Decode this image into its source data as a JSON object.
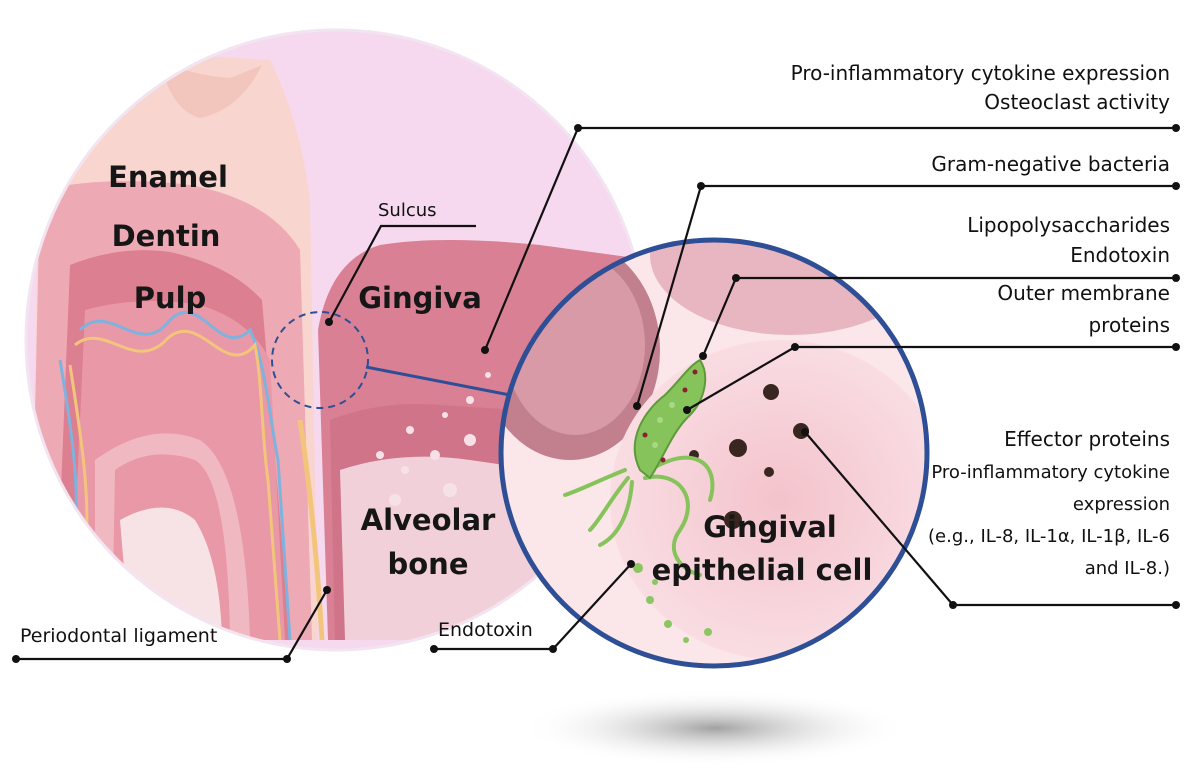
{
  "tissue_labels": {
    "enamel": "Enamel",
    "dentin": "Dentin",
    "pulp": "Pulp",
    "gingiva": "Gingiva",
    "alveolar_line1": "Alveolar",
    "alveolar_line2": "bone",
    "gingival_line1": "Gingival",
    "gingival_line2": "epithelial cell"
  },
  "callouts": {
    "sulcus": "Sulcus",
    "periodontal_ligament": "Periodontal ligament",
    "endotoxin_left": "Endotoxin",
    "cytokine_osteoclast_line1": "Pro-inflammatory cytokine expression",
    "cytokine_osteoclast_line2": "Osteoclast activity",
    "gram_negative": "Gram-negative bacteria",
    "lps_line1": "Lipopolysaccharides",
    "lps_line2": "Endotoxin",
    "omp_line1": "Outer membrane",
    "omp_line2": "proteins",
    "effector_line1": "Effector proteins",
    "effector_line2": "Pro-inflammatory cytokine",
    "effector_line3": "expression",
    "effector_line4": "(e.g., IL-8, IL-1α, IL-1β, IL-6",
    "effector_line5": "and IL-8.)"
  },
  "colors": {
    "outer_circle": "#f6d9ef",
    "tooth_crown": "#f8d6cf",
    "dentin": "#eeaab4",
    "pulp": "#dc7f90",
    "gingiva": "#d98095",
    "zoom_border": "#2e4f95",
    "bacterium": "#86c35a",
    "leader_line": "#111111"
  },
  "icons": {
    "bacterium": "rod-bacterium-icon",
    "zoom_lens": "magnifier-circle-icon"
  }
}
